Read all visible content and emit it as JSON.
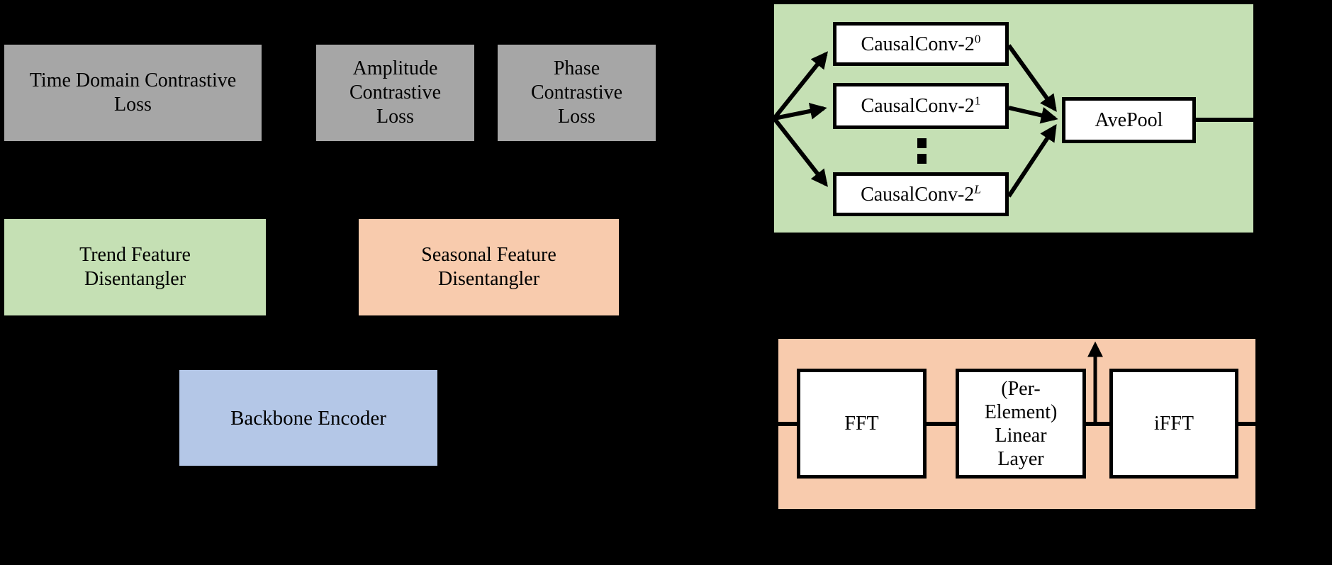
{
  "diagram": {
    "losses": {
      "time": {
        "lines": [
          "Time Domain Contrastive",
          "Loss"
        ]
      },
      "amplitude": {
        "lines": [
          "Amplitude",
          "Contrastive",
          "Loss"
        ]
      },
      "phase": {
        "lines": [
          "Phase",
          "Contrastive",
          "Loss"
        ]
      }
    },
    "disentanglers": {
      "trend": {
        "lines": [
          "Trend Feature",
          "Disentangler"
        ]
      },
      "seasonal": {
        "lines": [
          "Seasonal Feature",
          "Disentangler"
        ]
      }
    },
    "backbone": {
      "label": "Backbone Encoder"
    },
    "causal_panel": {
      "boxes": [
        {
          "base": "CausalConv-2",
          "sup": "0"
        },
        {
          "base": "CausalConv-2",
          "sup": "1"
        },
        {
          "base": "CausalConv-2",
          "sup": "L"
        }
      ],
      "pool_label": "AvePool"
    },
    "fft_panel": {
      "fft_label": "FFT",
      "linear_lines": [
        "(Per-",
        "Element)",
        "Linear",
        "Layer"
      ],
      "ifft_label": "iFFT"
    },
    "colors": {
      "background": "#000000",
      "loss_gray": "#a6a6a6",
      "trend_green": "#c5e0b4",
      "seasonal_peach": "#f8cbad",
      "backbone_blue": "#b4c7e7",
      "inner_box_white": "#ffffff",
      "line_black": "#000000"
    }
  }
}
